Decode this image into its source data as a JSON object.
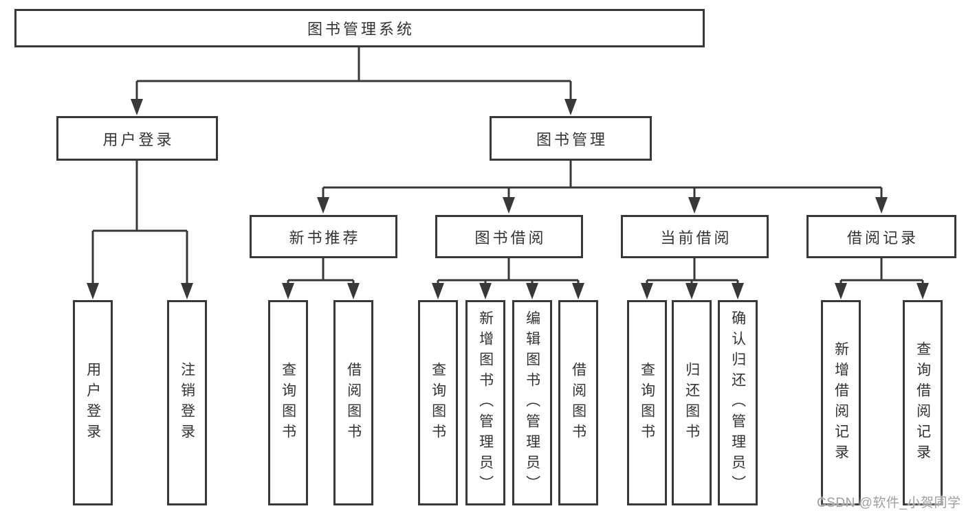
{
  "diagram": {
    "root": "图书管理系统",
    "level2": {
      "user_login": "用户登录",
      "book_mgmt": "图书管理"
    },
    "level3": {
      "new_books": "新书推荐",
      "book_borrow": "图书借阅",
      "current_borrow": "当前借阅",
      "borrow_records": "借阅记录"
    },
    "leaves": {
      "user_login": [
        "用户登录",
        "注销登录"
      ],
      "new_books": [
        "查询图书",
        "借阅图书"
      ],
      "book_borrow": [
        "查询图书",
        "新增图书（管理员）",
        "编辑图书（管理员）",
        "借阅图书"
      ],
      "current_borrow": [
        "查询图书",
        "归还图书",
        "确认归还（管理员）"
      ],
      "borrow_records": [
        "新增借阅记录",
        "查询借阅记录"
      ]
    }
  },
  "watermark": "CSDN @软件_小贺同学",
  "colors": {
    "line": "#383838",
    "box_border": "#383838",
    "text": "#333333",
    "watermark": "#9f9f9f",
    "background": "#ffffff"
  }
}
